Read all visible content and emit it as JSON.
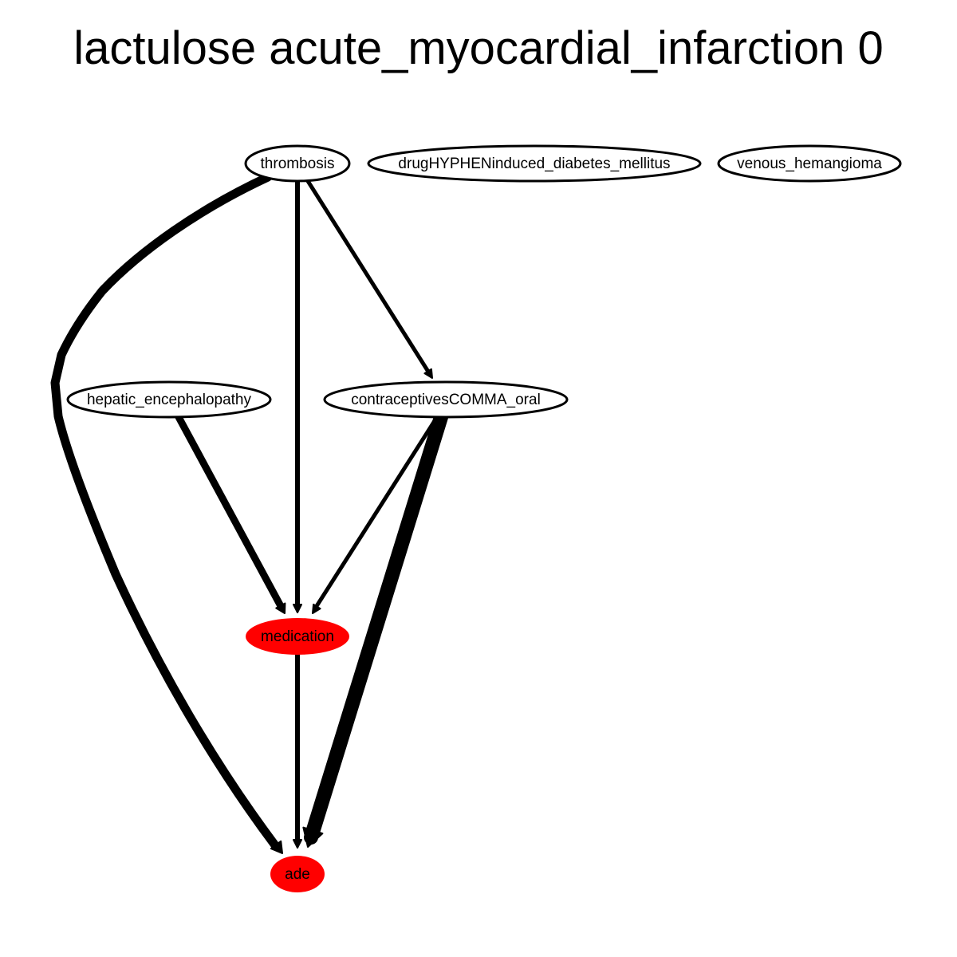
{
  "title": "lactulose acute_myocardial_infarction 0",
  "colors": {
    "highlight_fill": "#ff0000",
    "default_fill": "#ffffff",
    "stroke": "#000000"
  },
  "nodes": [
    {
      "id": "thrombosis",
      "label": "thrombosis",
      "highlighted": false
    },
    {
      "id": "drug_induced_diabetes",
      "label": "drugHYPHENinduced_diabetes_mellitus",
      "highlighted": false
    },
    {
      "id": "venous_hemangioma",
      "label": "venous_hemangioma",
      "highlighted": false
    },
    {
      "id": "hepatic_encephalopathy",
      "label": "hepatic_encephalopathy",
      "highlighted": false
    },
    {
      "id": "contraceptives_oral",
      "label": "contraceptivesCOMMA_oral",
      "highlighted": false
    },
    {
      "id": "medication",
      "label": "medication",
      "highlighted": true
    },
    {
      "id": "ade",
      "label": "ade",
      "highlighted": true
    }
  ],
  "edges": [
    {
      "from": "thrombosis",
      "to": "ade",
      "weight": "heavy"
    },
    {
      "from": "thrombosis",
      "to": "medication",
      "weight": "medium"
    },
    {
      "from": "thrombosis",
      "to": "contraceptives_oral",
      "weight": "medium"
    },
    {
      "from": "hepatic_encephalopathy",
      "to": "medication",
      "weight": "heavy"
    },
    {
      "from": "contraceptives_oral",
      "to": "medication",
      "weight": "medium"
    },
    {
      "from": "contraceptives_oral",
      "to": "ade",
      "weight": "heaviest"
    },
    {
      "from": "medication",
      "to": "ade",
      "weight": "medium"
    }
  ]
}
